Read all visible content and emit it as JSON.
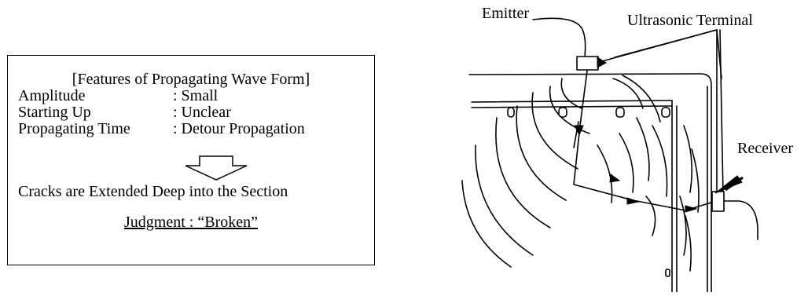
{
  "features_box": {
    "title": "[Features of Propagating Wave Form]",
    "rows": [
      {
        "label": "Amplitude",
        "value": ": Small"
      },
      {
        "label": "Starting Up",
        "value": ": Unclear"
      },
      {
        "label": "Propagating Time",
        "value": ": Detour Propagation"
      }
    ],
    "conclusion": "Cracks are Extended Deep into the Section",
    "judgment": "Judgment : “Broken”"
  },
  "diagram": {
    "labels": {
      "emitter": "Emitter",
      "terminal": "Ultrasonic Terminal",
      "receiver": "Receiver"
    }
  }
}
